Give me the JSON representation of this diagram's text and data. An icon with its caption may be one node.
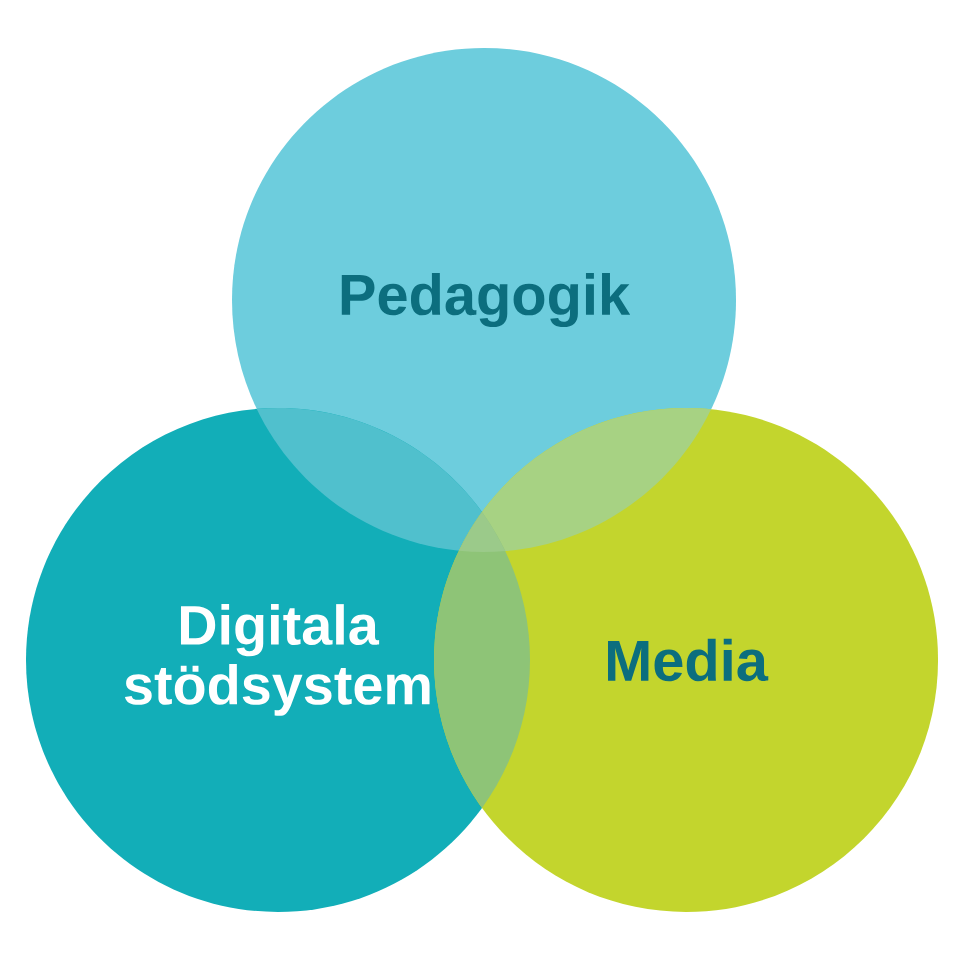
{
  "diagram": {
    "nodes": [
      {
        "text": [
          "Pedagogik"
        ]
      },
      {
        "text": [
          "Digitala stödsystem"
        ]
      },
      {
        "text": [
          "Media"
        ]
      }
    ]
  }
}
